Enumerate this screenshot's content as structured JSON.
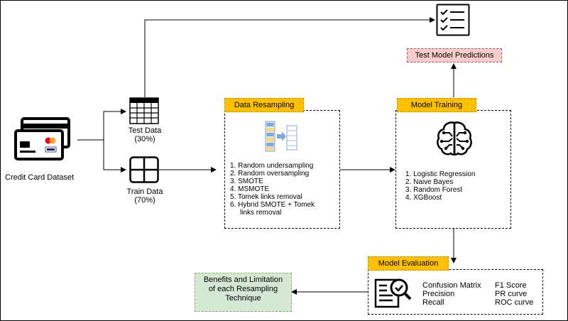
{
  "dataset": {
    "label": "Credit Card Dataset"
  },
  "test_data": {
    "label": "Test Data",
    "pct": "(30%)"
  },
  "train_data": {
    "label": "Train Data",
    "pct": "(70%)"
  },
  "resampling": {
    "title": "Data Resampling",
    "methods": [
      "1.  Random  undersampling",
      "2.  Random oversampling",
      "3.  SMOTE",
      "4.  MSMOTE",
      "5.  Tomek links removal",
      "6.  Hybrid SMOTE + Tomek"
    ],
    "methods_cont": "links removal"
  },
  "training": {
    "title": "Model Training",
    "models": [
      "1.  Logistic Regression",
      "2.  Naive Bayes",
      "3.  Random Forest",
      "4.  XGBoost"
    ]
  },
  "test_predictions": {
    "label": "Test Model Predictions"
  },
  "evaluation": {
    "title": "Model Evaluation",
    "metrics_left": [
      "Confusion Matrix",
      "Precision",
      "Recall"
    ],
    "metrics_right": [
      "F1 Score",
      "PR curve",
      "ROC curve"
    ]
  },
  "benefits": {
    "lines": [
      "Benefits and Limitation",
      "of each Resampling",
      "Technique"
    ]
  },
  "colors": {
    "orange": "#FFC000",
    "pink": "#F8CECC",
    "green": "#D5E8D4",
    "blue": "#7EA6E0"
  },
  "icons": [
    "credit-card-icon",
    "table-icon",
    "grid-icon",
    "resampling-icon",
    "checklist-icon",
    "ai-brain-icon",
    "magnifier-doc-icon"
  ]
}
